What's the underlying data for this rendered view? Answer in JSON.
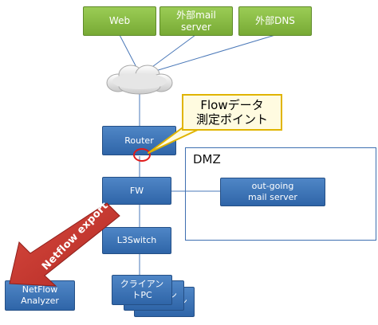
{
  "nodes": {
    "web": "Web",
    "external_mail": "外部mail\nserver",
    "external_dns": "外部DNS",
    "router": "Router",
    "fw": "FW",
    "l3switch": "L3Switch",
    "client_pc": "クライアン\nトPC",
    "client_pc_back_1": "アン",
    "client_pc_back_2": "アン",
    "mail_out": "out-going\nmail server",
    "netflow_analyzer": "NetFlow\nAnalyzer"
  },
  "dmz": {
    "label": "DMZ"
  },
  "callout": {
    "text": "Flowデータ\n測定ポイント"
  },
  "export_arrow": {
    "label": "Netflow export"
  },
  "colors": {
    "green_box": "#84b840",
    "blue_box": "#3a71b4",
    "export_arrow": "#c9302c",
    "measure_marker": "#e01a1a",
    "callout_border": "#e0b400"
  }
}
